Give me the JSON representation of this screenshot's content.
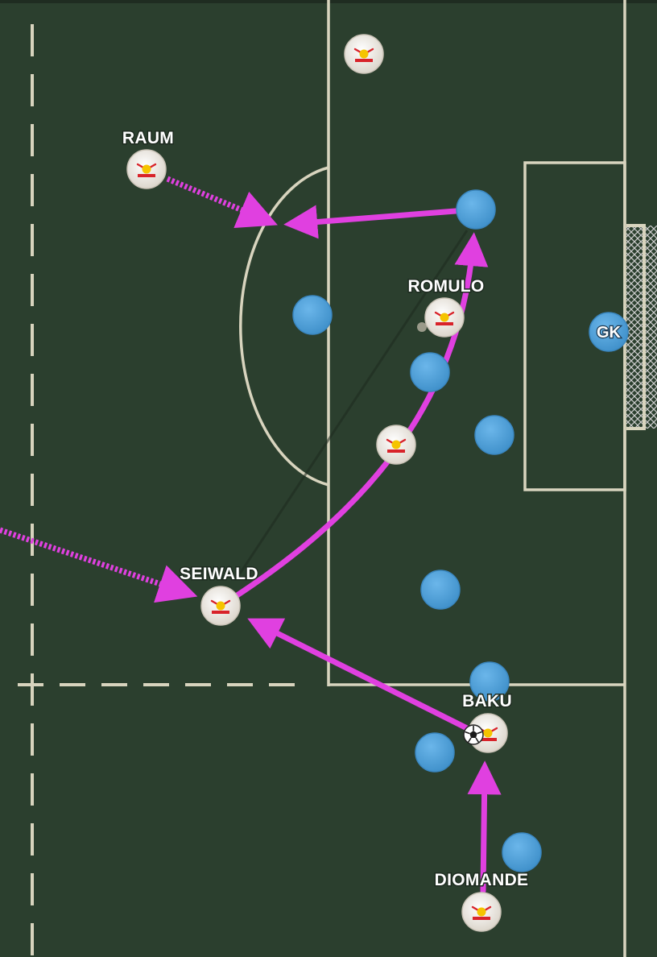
{
  "colors": {
    "pitch": "#2b3f2e",
    "lines": "#d8d4be",
    "arrow": "#e040e0",
    "opponent": "#5aa8df",
    "team": "#f4f1ec"
  },
  "players": {
    "raum": "RAUM",
    "romulo": "ROMULO",
    "seiwald": "SEIWALD",
    "baku": "BAKU",
    "diomande": "DIOMANDE",
    "goalkeeper": "GK"
  },
  "ball": {
    "icon": "football-icon",
    "holder": "BAKU"
  }
}
